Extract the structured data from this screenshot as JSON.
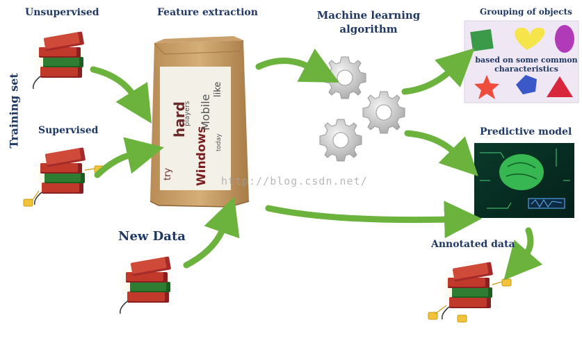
{
  "side_label": "Training set",
  "labels": {
    "unsupervised": "Unsupervised",
    "supervised": "Supervised",
    "new_data": "New Data",
    "feature_extraction": "Feature extraction",
    "ml_algorithm_line1": "Machine learning",
    "ml_algorithm_line2": "algorithm",
    "grouping": "Grouping of objects",
    "grouping_note_line1": "based on some common",
    "grouping_note_line2": "characteristics",
    "predictive_model": "Predictive model",
    "annotated_data": "Annotated data"
  },
  "word_cloud": [
    "hard",
    "Windows",
    "try",
    "Mobile",
    "like",
    "players",
    "today"
  ],
  "watermark": "http://blog.csdn.net/",
  "colors": {
    "label": "#1f3864",
    "arrow": "#6cb33e",
    "bag": "#c8a06a",
    "gear": "#c9c9c9",
    "book_red": "#c0392b",
    "book_green": "#2e7d32",
    "tag": "#f2c23a"
  }
}
